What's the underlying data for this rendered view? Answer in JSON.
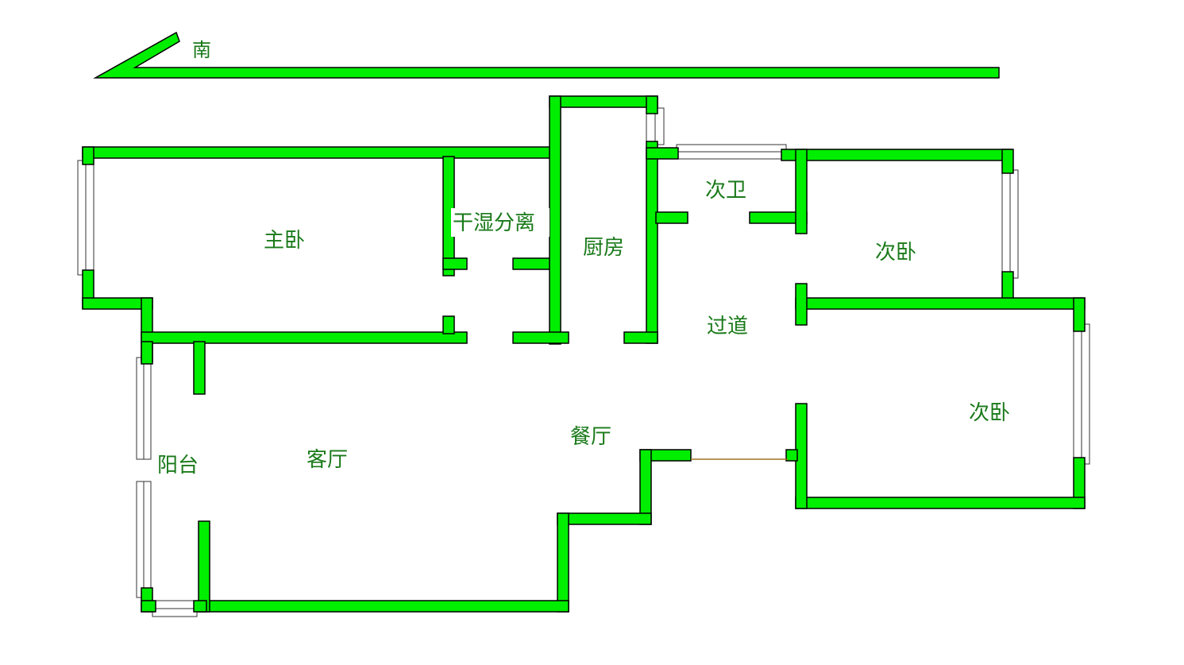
{
  "compass": {
    "label": "南"
  },
  "rooms": {
    "master_bedroom": "主卧",
    "wet_dry": "干湿分离",
    "kitchen": "厨房",
    "second_bath": "次卫",
    "bedroom_a": "次卧",
    "corridor": "过道",
    "bedroom_b": "次卧",
    "dining": "餐厅",
    "living": "客厅",
    "balcony": "阳台"
  },
  "colors": {
    "wall": "#00ee00",
    "outline": "#000000",
    "text": "#1a7a1a"
  }
}
